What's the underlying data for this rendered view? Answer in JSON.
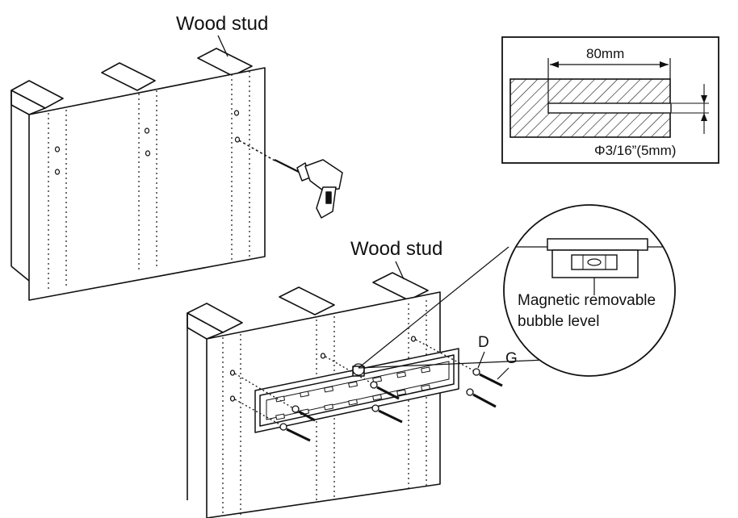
{
  "labels": {
    "wood_stud_top": "Wood stud",
    "wood_stud_bottom": "Wood stud",
    "dimension": "80mm",
    "drill_diameter": "Φ3/16”(5mm)",
    "level_line1": "Magnetic removable",
    "level_line2": "bubble level",
    "part_d": "D",
    "part_g": "G"
  },
  "colors": {
    "line": "#111111",
    "background": "#ffffff"
  }
}
